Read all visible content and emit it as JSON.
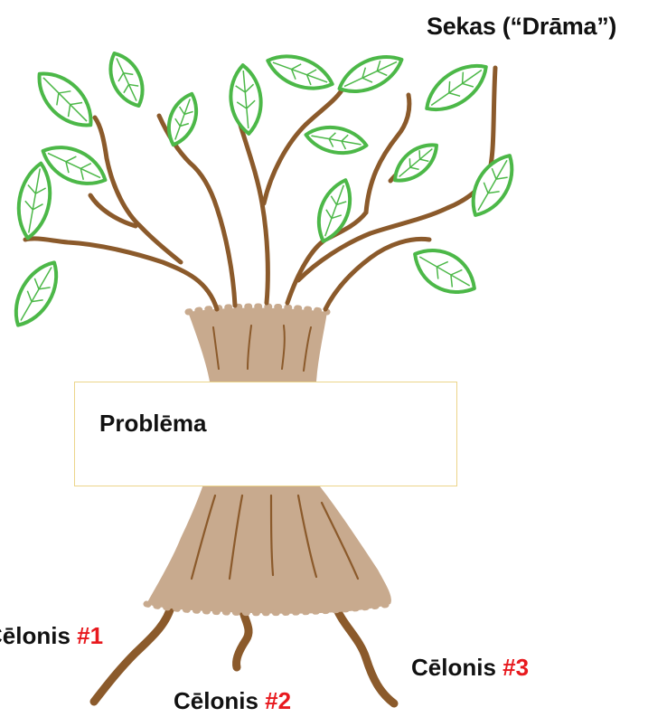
{
  "effects": {
    "label": "Sekas (“Drāma”)"
  },
  "problem": {
    "label": "Problēma"
  },
  "causes": [
    {
      "word": "Cēlonis",
      "number": "#1"
    },
    {
      "word": "Cēlonis",
      "number": "#2"
    },
    {
      "word": "Cēlonis",
      "number": "#3"
    }
  ],
  "colors": {
    "leaf_fill": "#ffffff",
    "leaf_stroke": "#4cb848",
    "branch": "#8b5a2b",
    "trunk": "#c8aa8e",
    "cause_number": "#e8191e",
    "box_border": "#ecd58a"
  }
}
